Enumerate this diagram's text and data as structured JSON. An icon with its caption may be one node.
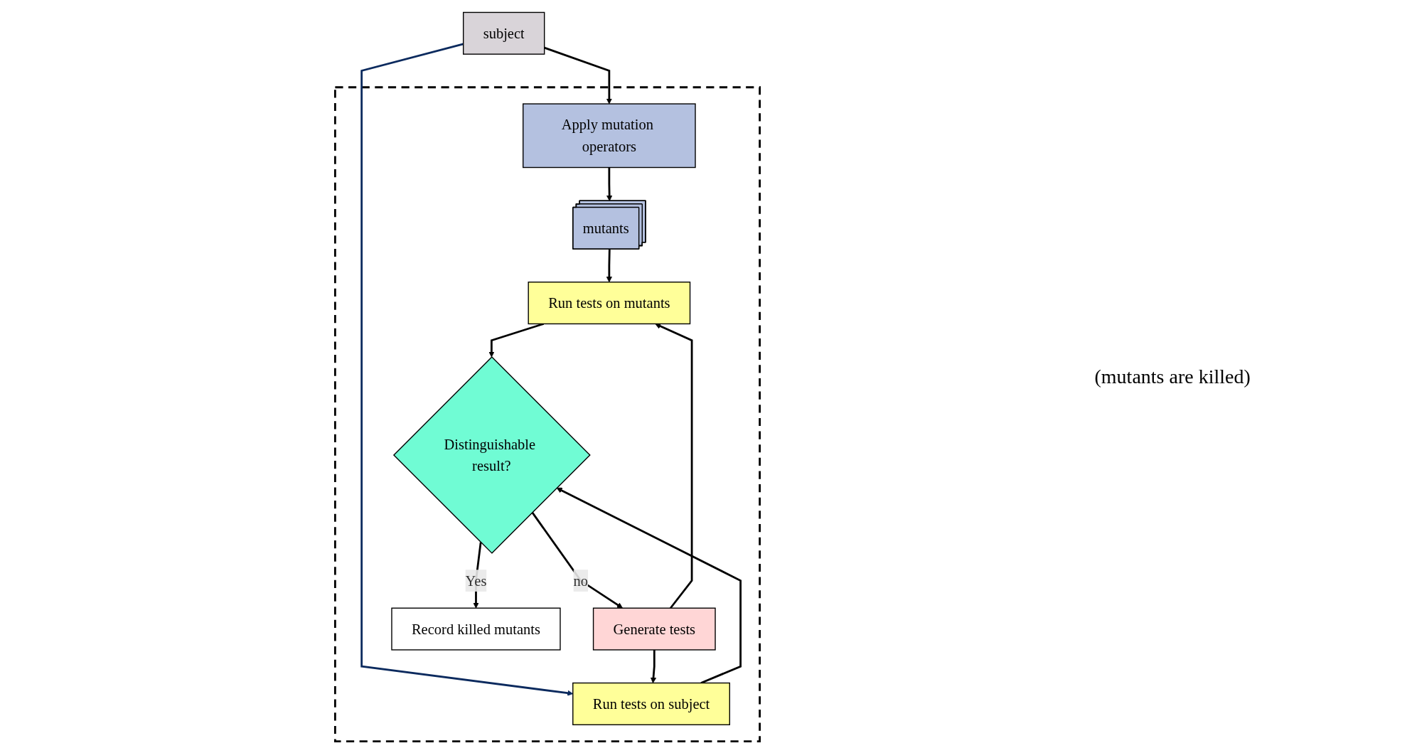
{
  "diagram": {
    "nodes": [
      {
        "text": [
          "subject"
        ]
      },
      {
        "text": [],
        "shape": "box"
      },
      {
        "text": [
          "Run tests on subject"
        ],
        "in": 1
      },
      {
        "text": [
          "Apply mutation operators"
        ],
        "in": 1
      },
      {
        "text": [
          "Generate tests"
        ],
        "in": 1
      },
      {
        "text": [
          "Distinguishable result?"
        ],
        "in": 1
      },
      {
        "text": [
          "Record killed mutants"
        ],
        "in": 1
      },
      {
        "text": [
          "mutants"
        ],
        "in": 1
      },
      {
        "text": [
          "Run tests on mutants"
        ],
        "in": 1
      }
    ],
    "edges": [
      {
        "from": 0,
        "to": 3,
        "arrow": "to"
      },
      {
        "from": 0,
        "to": 2,
        "arrow": "to",
        "color": "#0b2a5e"
      },
      {
        "from": 3,
        "to": 7,
        "arrow": "to"
      },
      {
        "from": 4,
        "to": 2,
        "arrow": "to"
      },
      {
        "from": 4,
        "to": 8,
        "arrow": "to"
      },
      {
        "from": 7,
        "to": 8,
        "arrow": "to"
      },
      {
        "from": 2,
        "to": 5,
        "arrow": "to"
      },
      {
        "from": 8,
        "to": 5,
        "arrow": "to"
      },
      {
        "from": 5,
        "to": 4,
        "label": "no",
        "arrow": "to"
      },
      {
        "from": 5,
        "to": 6,
        "label": "Yes",
        "arrow": "to"
      }
    ],
    "labels": [
      "(mutants are killed)"
    ]
  }
}
